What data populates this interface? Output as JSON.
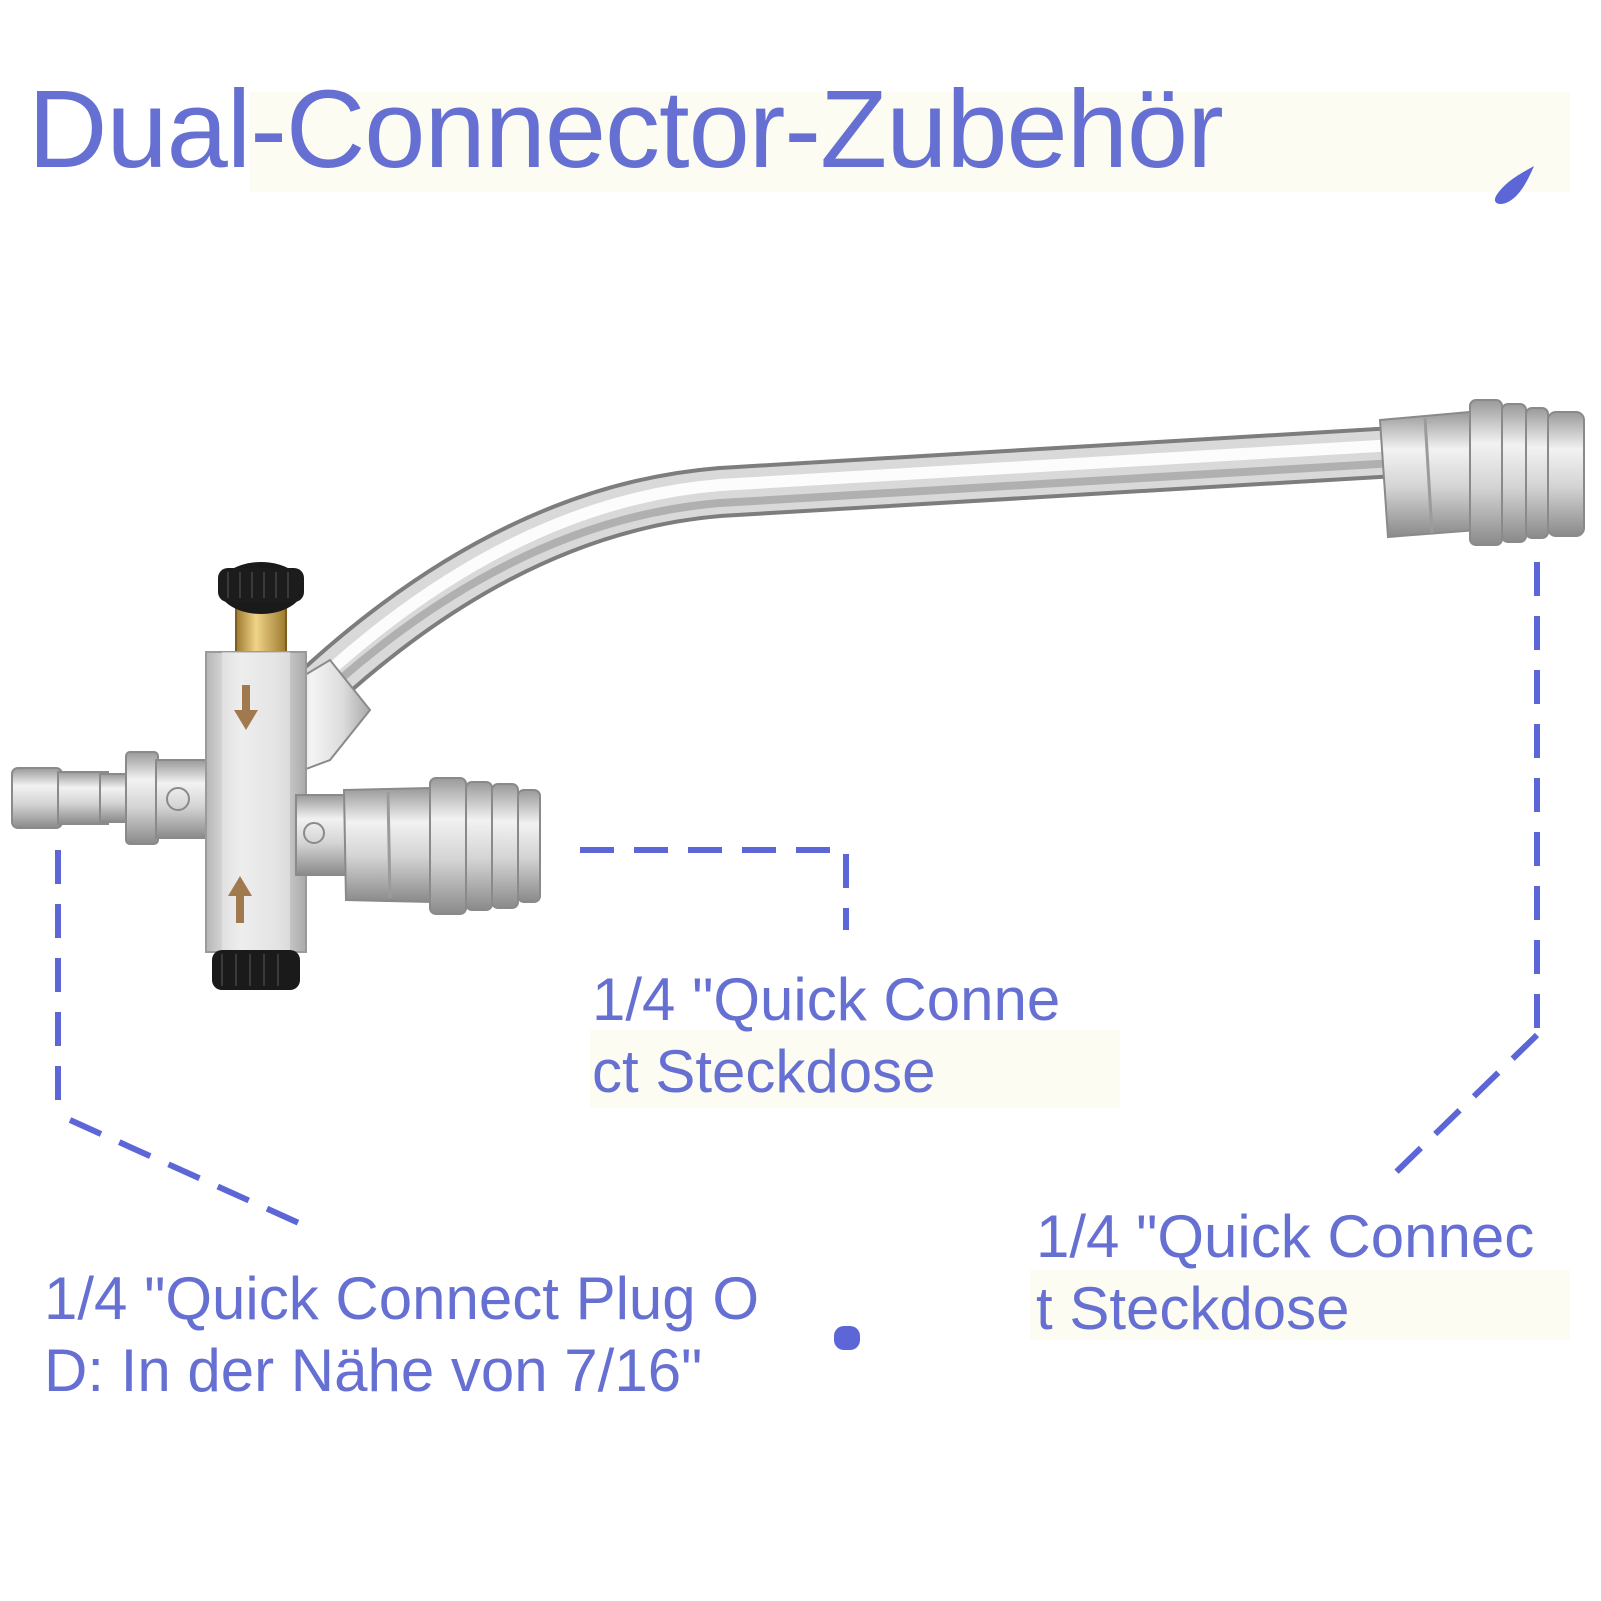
{
  "title": "Dual-Connector-Zubehör",
  "colors": {
    "accent": "#6670d2",
    "steel": "#c9c9c9",
    "knob": "#1a1a1a",
    "brass": "#c9a24a",
    "arrow": "#a07a4e"
  },
  "callouts": {
    "center": {
      "line1": "1/4 \"Quick Conne",
      "line2": "ct Steckdose"
    },
    "left": {
      "line1": "1/4 \"Quick Connect Plug O",
      "line2": "D: In der Nähe von 7/16\""
    },
    "right": {
      "line1": "1/4 \"Quick Connec",
      "line2": "t Steckdose"
    }
  },
  "icons": [
    "water-drop-icon",
    "flow-arrow-icon"
  ]
}
